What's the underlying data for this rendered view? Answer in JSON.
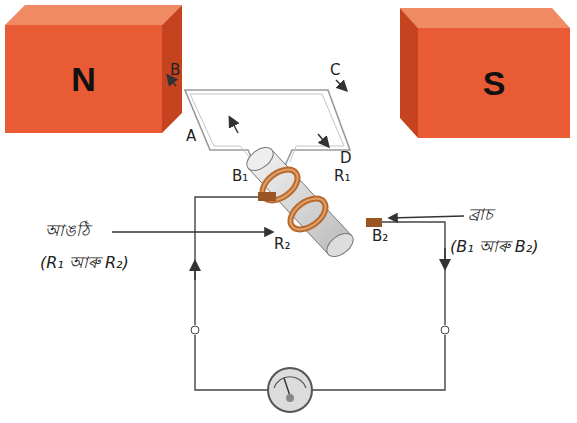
{
  "diagram": {
    "nodes": [
      {
        "text": [
          "N"
        ]
      },
      {
        "text": [
          "S"
        ]
      }
    ],
    "labels": [
      "B",
      "C",
      "A",
      "D",
      "B₁",
      "R₁",
      "R₂",
      "B₂",
      "আঙঠি",
      "(R₁ আৰু R₂)",
      "ব্ৰাচ",
      "(B₁ আৰু B₂)"
    ]
  }
}
